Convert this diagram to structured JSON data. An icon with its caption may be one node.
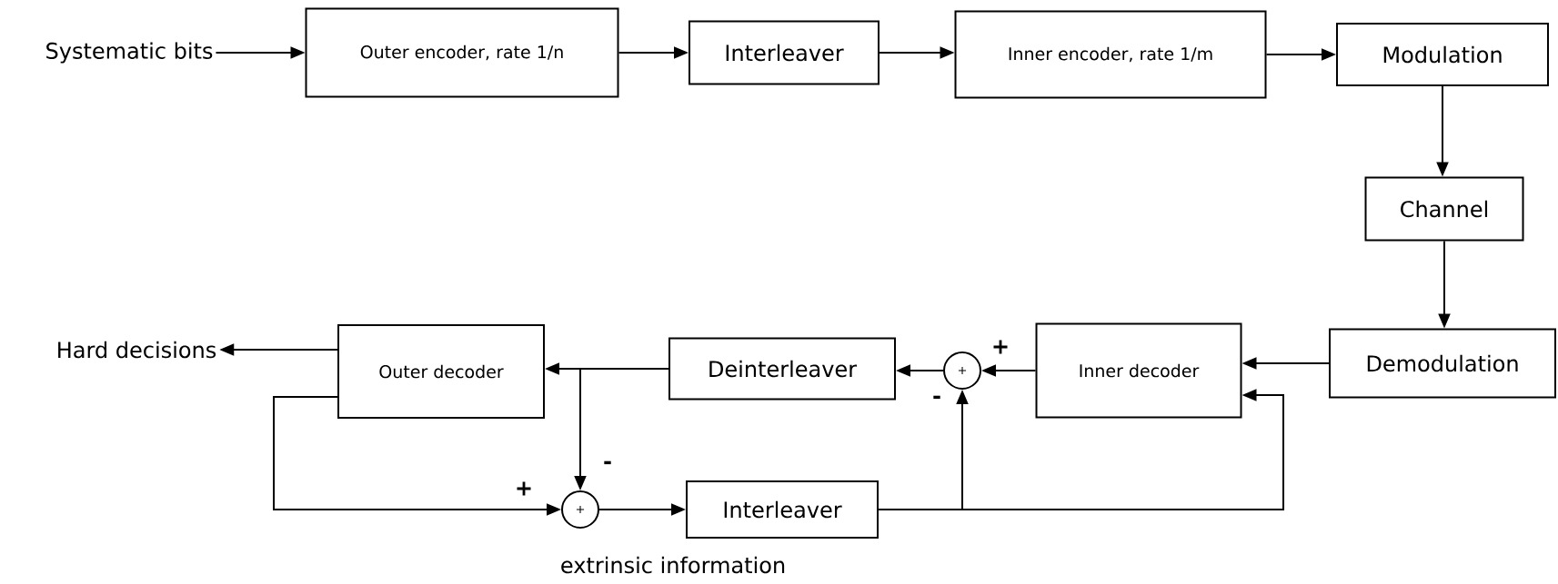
{
  "diagram": {
    "nodes": [
      {
        "text": [
          "Systematic bits"
        ]
      },
      {
        "text": [
          "Outer encoder, rate 1/n"
        ]
      },
      {
        "text": [
          "Interleaver"
        ]
      },
      {
        "text": [
          "Inner encoder, rate 1/m"
        ]
      },
      {
        "text": [
          "Modulation"
        ]
      },
      {
        "text": [
          "Channel"
        ]
      },
      {
        "text": [
          "Demodulation"
        ]
      },
      {
        "text": [
          "Inner decoder"
        ]
      },
      {
        "text": [
          "+"
        ]
      },
      {
        "text": [
          "Deinterleaver"
        ]
      },
      {
        "text": [
          "Outer decoder"
        ]
      },
      {
        "text": [
          "Hard decisions"
        ]
      },
      {
        "text": [
          "+"
        ]
      },
      {
        "text": [
          "Interleaver"
        ]
      }
    ],
    "edges": [
      {
        "from": 0,
        "to": 1,
        "arrow": "to"
      },
      {
        "from": 1,
        "to": 2,
        "arrow": "to"
      },
      {
        "from": 2,
        "to": 3,
        "arrow": "to"
      },
      {
        "from": 3,
        "to": 4,
        "arrow": "to"
      },
      {
        "from": 4,
        "to": 5,
        "arrow": "to"
      },
      {
        "from": 5,
        "to": 6,
        "arrow": "to"
      },
      {
        "from": 6,
        "to": 7,
        "arrow": "to"
      },
      {
        "from": 7,
        "to": 8,
        "arrow": "to",
        "label": "+"
      },
      {
        "from": 8,
        "to": 9,
        "arrow": "to"
      },
      {
        "from": 9,
        "to": 10,
        "arrow": "to"
      },
      {
        "from": 10,
        "to": 11,
        "arrow": "to"
      },
      {
        "from": 10,
        "to": 12,
        "arrow": "to",
        "label": "+"
      },
      {
        "from": 9,
        "to": 12,
        "arrow": "to",
        "label": "-"
      },
      {
        "from": 12,
        "to": 13,
        "arrow": "to"
      },
      {
        "from": 13,
        "to": 8,
        "arrow": "to",
        "label": "-"
      },
      {
        "from": 13,
        "to": 7,
        "arrow": "to"
      }
    ],
    "labels": [
      "extrinsic information"
    ]
  }
}
